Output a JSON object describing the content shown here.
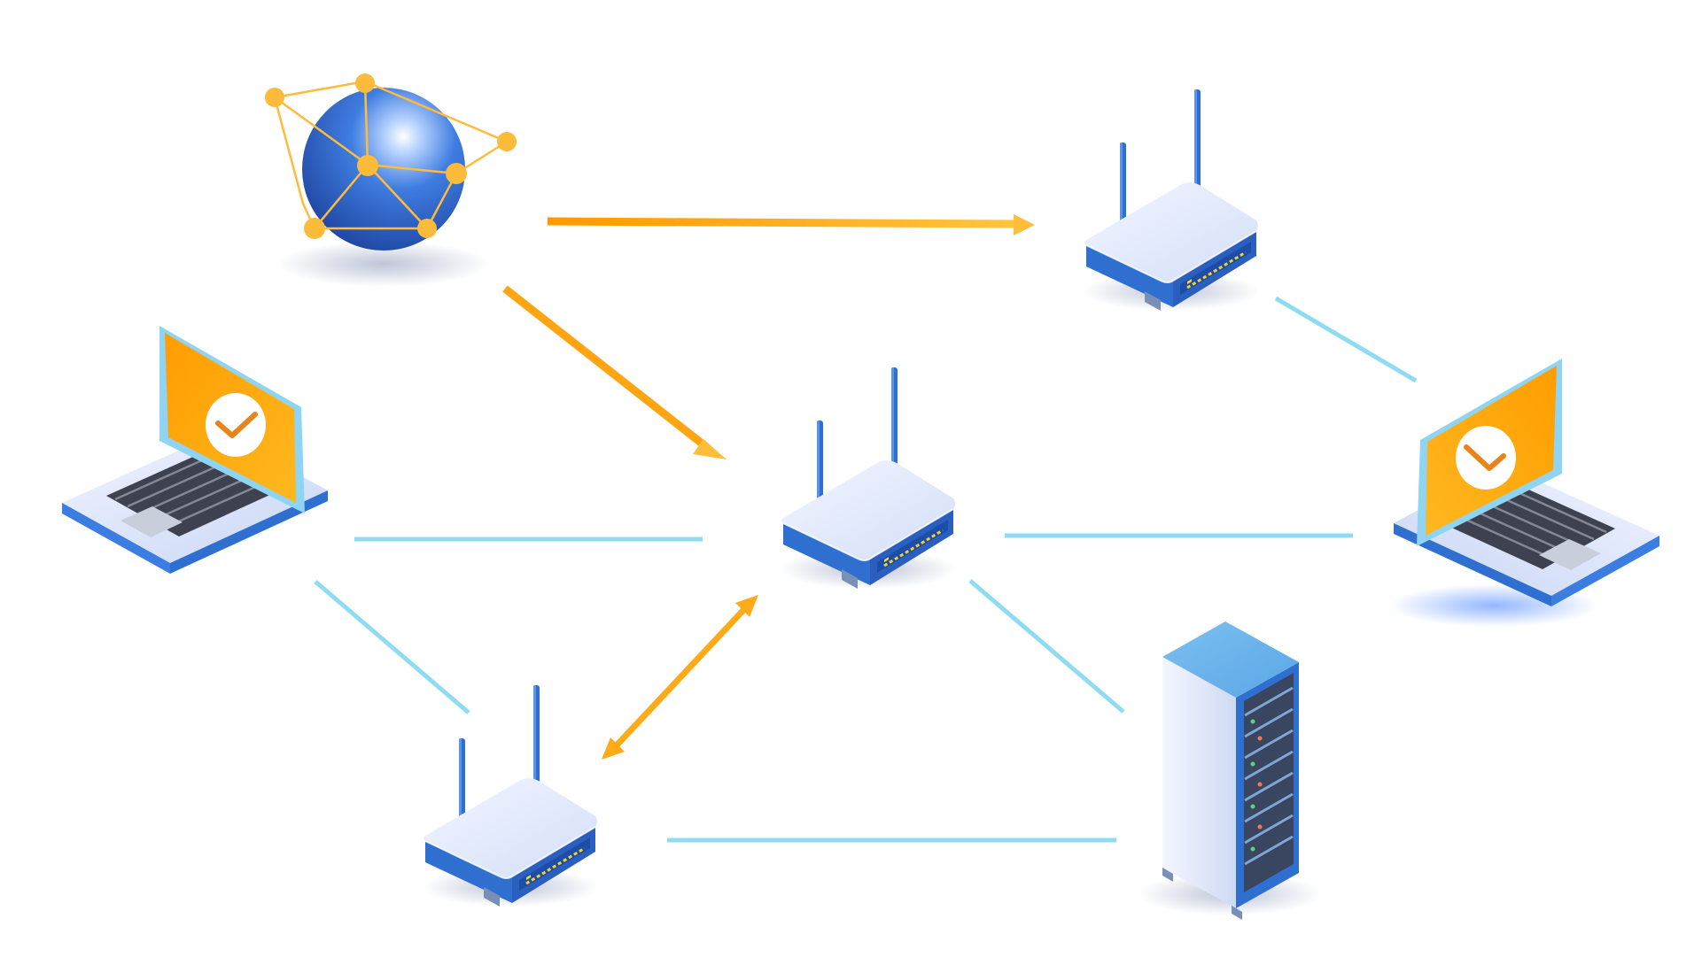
{
  "diagram": {
    "nodes": [
      {
        "id": "internet",
        "kind": "globe",
        "icon": "globe-network-icon"
      },
      {
        "id": "router-top-right",
        "kind": "router",
        "icon": "router-icon"
      },
      {
        "id": "router-center",
        "kind": "router",
        "icon": "router-icon"
      },
      {
        "id": "router-bottom-left",
        "kind": "router",
        "icon": "router-icon"
      },
      {
        "id": "laptop-left",
        "kind": "laptop",
        "icon": "laptop-check-icon"
      },
      {
        "id": "laptop-right",
        "kind": "laptop",
        "icon": "laptop-check-icon"
      },
      {
        "id": "server-rack",
        "kind": "server",
        "icon": "server-rack-icon"
      }
    ],
    "edges": [
      {
        "from": "internet",
        "to": "router-top-right",
        "style": "arrow"
      },
      {
        "from": "internet",
        "to": "router-center",
        "style": "arrow"
      },
      {
        "from": "router-center",
        "to": "router-bottom-left",
        "style": "double-arrow"
      },
      {
        "from": "laptop-left",
        "to": "router-center",
        "style": "line"
      },
      {
        "from": "laptop-left",
        "to": "router-bottom-left",
        "style": "line"
      },
      {
        "from": "router-center",
        "to": "laptop-right",
        "style": "line"
      },
      {
        "from": "router-top-right",
        "to": "laptop-right",
        "style": "line"
      },
      {
        "from": "router-center",
        "to": "server-rack",
        "style": "line"
      },
      {
        "from": "router-bottom-left",
        "to": "server-rack",
        "style": "line"
      }
    ]
  },
  "colors": {
    "link_line": "#8fdcf2",
    "arrow_start": "#ff9900",
    "arrow_end": "#ffc03a",
    "device_blue": "#2f6fd0",
    "device_light": "#e4ecfb",
    "screen_orange": "#ffa200",
    "globe_blue": "#2a5cc4",
    "node_gold": "#fdbb3c"
  }
}
